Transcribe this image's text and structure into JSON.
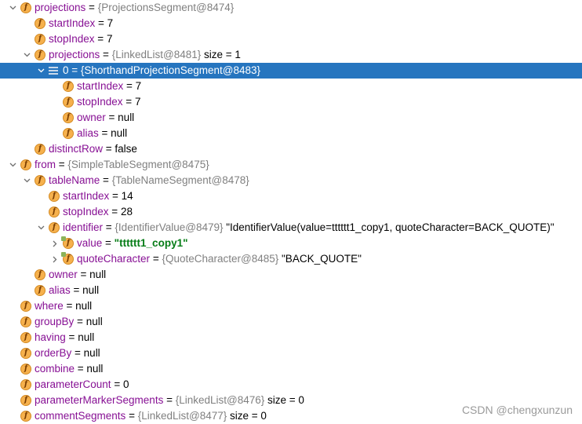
{
  "tree": [
    {
      "depth": 0,
      "arrow": "down",
      "icon": "field",
      "name": "projections",
      "eq": " = ",
      "ref": "{ProjectionsSegment@8474}",
      "value": "",
      "extra": ""
    },
    {
      "depth": 1,
      "arrow": "",
      "icon": "field",
      "name": "startIndex",
      "eq": " = ",
      "ref": "",
      "value": "7",
      "extra": ""
    },
    {
      "depth": 1,
      "arrow": "",
      "icon": "field",
      "name": "stopIndex",
      "eq": " = ",
      "ref": "",
      "value": "7",
      "extra": ""
    },
    {
      "depth": 1,
      "arrow": "down",
      "icon": "field",
      "name": "projections",
      "eq": " = ",
      "ref": "{LinkedList@8481}",
      "value": "",
      "extra": "  size = 1"
    },
    {
      "depth": 2,
      "arrow": "down",
      "icon": "list",
      "name": "0",
      "eq": " = ",
      "ref": "{ShorthandProjectionSegment@8483}",
      "value": "",
      "extra": "",
      "selected": true
    },
    {
      "depth": 3,
      "arrow": "",
      "icon": "field",
      "name": "startIndex",
      "eq": " = ",
      "ref": "",
      "value": "7",
      "extra": ""
    },
    {
      "depth": 3,
      "arrow": "",
      "icon": "field",
      "name": "stopIndex",
      "eq": " = ",
      "ref": "",
      "value": "7",
      "extra": ""
    },
    {
      "depth": 3,
      "arrow": "",
      "icon": "field",
      "name": "owner",
      "eq": " = ",
      "ref": "",
      "value": "null",
      "extra": ""
    },
    {
      "depth": 3,
      "arrow": "",
      "icon": "field",
      "name": "alias",
      "eq": " = ",
      "ref": "",
      "value": "null",
      "extra": ""
    },
    {
      "depth": 1,
      "arrow": "",
      "icon": "field",
      "name": "distinctRow",
      "eq": " = ",
      "ref": "",
      "value": "false",
      "extra": ""
    },
    {
      "depth": 0,
      "arrow": "down",
      "icon": "field",
      "name": "from",
      "eq": " = ",
      "ref": "{SimpleTableSegment@8475}",
      "value": "",
      "extra": ""
    },
    {
      "depth": 1,
      "arrow": "down",
      "icon": "field",
      "name": "tableName",
      "eq": " = ",
      "ref": "{TableNameSegment@8478}",
      "value": "",
      "extra": ""
    },
    {
      "depth": 2,
      "arrow": "",
      "icon": "field",
      "name": "startIndex",
      "eq": " = ",
      "ref": "",
      "value": "14",
      "extra": ""
    },
    {
      "depth": 2,
      "arrow": "",
      "icon": "field",
      "name": "stopIndex",
      "eq": " = ",
      "ref": "",
      "value": "28",
      "extra": ""
    },
    {
      "depth": 2,
      "arrow": "down",
      "icon": "field",
      "name": "identifier",
      "eq": " = ",
      "ref": "{IdentifierValue@8479}",
      "value": "",
      "extra": " \"IdentifierValue(value=tttttt1_copy1, quoteCharacter=BACK_QUOTE)\""
    },
    {
      "depth": 3,
      "arrow": "right",
      "icon": "field-lock",
      "name": "value",
      "eq": " = ",
      "ref": "",
      "value": "\"tttttt1_copy1\"",
      "valueClass": "str",
      "extra": ""
    },
    {
      "depth": 3,
      "arrow": "right",
      "icon": "field-lock",
      "name": "quoteCharacter",
      "eq": " = ",
      "ref": "{QuoteCharacter@8485}",
      "value": "",
      "extra": " \"BACK_QUOTE\""
    },
    {
      "depth": 1,
      "arrow": "",
      "icon": "field",
      "name": "owner",
      "eq": " = ",
      "ref": "",
      "value": "null",
      "extra": ""
    },
    {
      "depth": 1,
      "arrow": "",
      "icon": "field",
      "name": "alias",
      "eq": " = ",
      "ref": "",
      "value": "null",
      "extra": ""
    },
    {
      "depth": 0,
      "arrow": "",
      "icon": "field",
      "name": "where",
      "eq": " = ",
      "ref": "",
      "value": "null",
      "extra": ""
    },
    {
      "depth": 0,
      "arrow": "",
      "icon": "field",
      "name": "groupBy",
      "eq": " = ",
      "ref": "",
      "value": "null",
      "extra": ""
    },
    {
      "depth": 0,
      "arrow": "",
      "icon": "field",
      "name": "having",
      "eq": " = ",
      "ref": "",
      "value": "null",
      "extra": ""
    },
    {
      "depth": 0,
      "arrow": "",
      "icon": "field",
      "name": "orderBy",
      "eq": " = ",
      "ref": "",
      "value": "null",
      "extra": ""
    },
    {
      "depth": 0,
      "arrow": "",
      "icon": "field",
      "name": "combine",
      "eq": " = ",
      "ref": "",
      "value": "null",
      "extra": ""
    },
    {
      "depth": 0,
      "arrow": "",
      "icon": "field",
      "name": "parameterCount",
      "eq": " = ",
      "ref": "",
      "value": "0",
      "extra": ""
    },
    {
      "depth": 0,
      "arrow": "",
      "icon": "field",
      "name": "parameterMarkerSegments",
      "eq": " = ",
      "ref": "{LinkedList@8476}",
      "value": "",
      "extra": "  size = 0"
    },
    {
      "depth": 0,
      "arrow": "",
      "icon": "field",
      "name": "commentSegments",
      "eq": " = ",
      "ref": "{LinkedList@8477}",
      "value": "",
      "extra": "  size = 0"
    }
  ],
  "watermark": "CSDN @chengxunzun",
  "colors": {
    "selection": "#2675bf",
    "field_name": "#871094",
    "reference": "#808080",
    "string_value": "#067d17",
    "field_icon": "#f6b14d"
  }
}
